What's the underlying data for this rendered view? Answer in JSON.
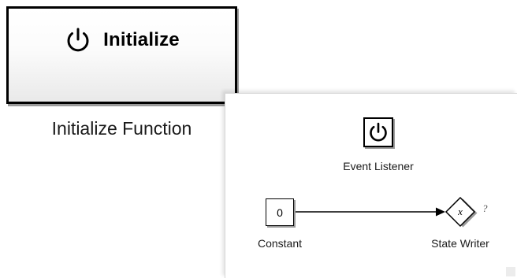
{
  "init_block": {
    "label": "Initialize",
    "icon": "power-icon",
    "caption": "Initialize Function"
  },
  "subsystem": {
    "event_listener": {
      "icon": "power-icon",
      "label": "Event Listener"
    },
    "constant": {
      "value": "0",
      "label": "Constant"
    },
    "state_writer": {
      "variable": "x",
      "unresolved_marker": "?",
      "label": "State Writer"
    },
    "signal": {
      "from": "Constant",
      "to": "State Writer"
    }
  },
  "colors": {
    "block_border": "#000000",
    "block_shadow": "#9a9a9a",
    "background": "#ffffff",
    "gradient_bottom": "#e9e9e9"
  }
}
